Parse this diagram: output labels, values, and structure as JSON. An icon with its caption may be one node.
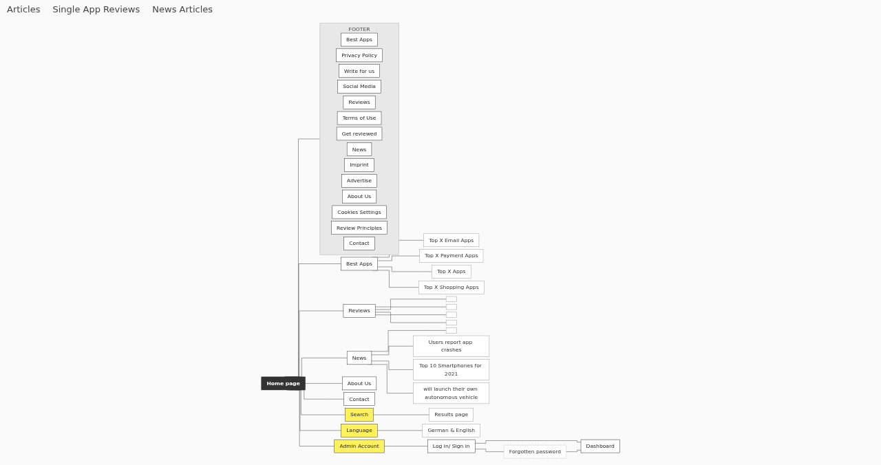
{
  "diagram": {
    "nodes": [
      {
        "text": [
          "Home page"
        ]
      },
      {
        "text": [
          "Best Apps"
        ]
      },
      {
        "text": [
          "Reviews"
        ]
      },
      {
        "text": [
          "News"
        ]
      },
      {
        "text": [
          "About Us"
        ]
      },
      {
        "text": [
          "Contact"
        ]
      },
      {
        "text": [
          "Search"
        ]
      },
      {
        "text": [
          "Language"
        ]
      },
      {
        "text": [
          "Admin Account"
        ]
      },
      {
        "text": [
          "Top X Email Apps"
        ]
      },
      {
        "text": [
          "Top X Payment Apps"
        ]
      },
      {
        "text": [
          "Top X Apps"
        ]
      },
      {
        "text": [
          "Top X Shopping Apps"
        ]
      },
      {
        "text": [],
        "shape": "box"
      },
      {
        "text": [],
        "shape": "box"
      },
      {
        "text": [],
        "shape": "box"
      },
      {
        "text": [],
        "shape": "box"
      },
      {
        "text": [],
        "shape": "box"
      },
      {
        "text": [
          "Users report app crashes"
        ]
      },
      {
        "text": [
          "Top 10 Smartphones for 2021"
        ]
      },
      {
        "text": [
          "will launch their own autonomous vehicle"
        ]
      },
      {
        "text": [
          "Results page"
        ]
      },
      {
        "text": [
          "German & English"
        ]
      },
      {
        "text": [
          "Log in/ Sign in"
        ]
      },
      {
        "text": [
          "Forgotten password"
        ]
      },
      {
        "text": [
          "Dashboard"
        ]
      },
      {
        "text": [
          "FOOTER"
        ]
      },
      {
        "text": [
          "Best Apps"
        ],
        "in": 26
      },
      {
        "text": [
          "Privacy Policy"
        ],
        "in": 26
      },
      {
        "text": [
          "Write for us"
        ],
        "in": 26
      },
      {
        "text": [
          "Social Media"
        ],
        "in": 26
      },
      {
        "text": [
          "Reviews"
        ],
        "in": 26
      },
      {
        "text": [
          "Terms of Use"
        ],
        "in": 26
      },
      {
        "text": [
          "Get reviewed"
        ],
        "in": 26
      },
      {
        "text": [
          "News"
        ],
        "in": 26
      },
      {
        "text": [
          "Imprint"
        ],
        "in": 26
      },
      {
        "text": [
          "Advertise"
        ],
        "in": 26
      },
      {
        "text": [
          "About Us"
        ],
        "in": 26
      },
      {
        "text": [
          "Cookies Settings"
        ],
        "in": 26
      },
      {
        "text": [
          "Review Principles"
        ],
        "in": 26
      },
      {
        "text": [
          "Contact"
        ],
        "in": 26
      }
    ],
    "edges": [
      {
        "from": 0,
        "to": 1,
        "arrow": "none"
      },
      {
        "from": 0,
        "to": 2,
        "arrow": "none"
      },
      {
        "from": 0,
        "to": 3,
        "arrow": "none"
      },
      {
        "from": 0,
        "to": 4,
        "arrow": "none"
      },
      {
        "from": 0,
        "to": 5,
        "arrow": "none"
      },
      {
        "from": 0,
        "to": 6,
        "arrow": "none"
      },
      {
        "from": 0,
        "to": 7,
        "arrow": "none"
      },
      {
        "from": 0,
        "to": 8,
        "arrow": "none"
      },
      {
        "from": 1,
        "to": 9,
        "arrow": "none"
      },
      {
        "from": 1,
        "to": 10,
        "arrow": "none"
      },
      {
        "from": 1,
        "to": 11,
        "arrow": "none"
      },
      {
        "from": 1,
        "to": 12,
        "arrow": "none"
      },
      {
        "from": 2,
        "to": 13,
        "arrow": "none"
      },
      {
        "from": 2,
        "to": 14,
        "arrow": "none"
      },
      {
        "from": 2,
        "to": 15,
        "arrow": "none"
      },
      {
        "from": 2,
        "to": 16,
        "arrow": "none"
      },
      {
        "from": 3,
        "to": 17,
        "arrow": "none"
      },
      {
        "from": 3,
        "to": 18,
        "arrow": "none"
      },
      {
        "from": 3,
        "to": 19,
        "arrow": "none"
      },
      {
        "from": 3,
        "to": 20,
        "arrow": "none"
      },
      {
        "from": 6,
        "to": 21,
        "arrow": "none"
      },
      {
        "from": 7,
        "to": 22,
        "arrow": "none"
      },
      {
        "from": 8,
        "to": 23,
        "arrow": "none"
      },
      {
        "from": 23,
        "to": 24,
        "arrow": "none"
      },
      {
        "from": 23,
        "to": 25,
        "arrow": "none"
      },
      {
        "from": 24,
        "to": 25,
        "arrow": "none"
      },
      {
        "from": 0,
        "to": 26,
        "arrow": "none"
      }
    ],
    "labels": [
      "Articles",
      "Single App Reviews",
      "News Articles"
    ]
  }
}
